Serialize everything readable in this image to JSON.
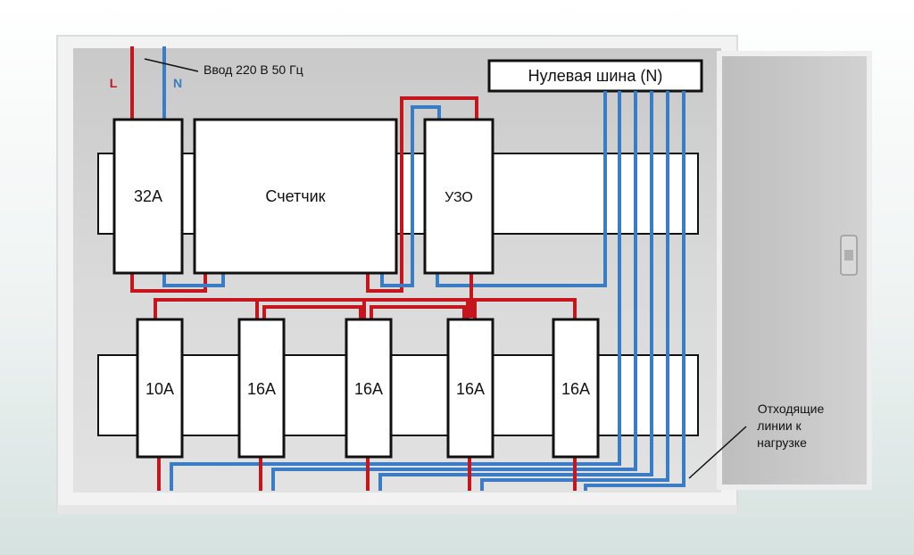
{
  "input": {
    "label": "Ввод 220 В 50 Гц",
    "phase_label": "L",
    "neutral_label": "N"
  },
  "neutral_bus": {
    "label": "Нулевая шина (N)"
  },
  "top_row": {
    "main_breaker": "32A",
    "meter": "Счетчик",
    "rcd": "УЗО"
  },
  "bottom_row": {
    "breakers": [
      "10A",
      "16A",
      "16A",
      "16A",
      "16A"
    ]
  },
  "outgoing": {
    "label_line1": "Отходящие",
    "label_line2": "линии к",
    "label_line3": "нагрузке"
  },
  "colors": {
    "phase": "#c4161c",
    "neutral": "#3b7dc4",
    "panel": "#cfcfcf",
    "door": "#c8c8c8"
  }
}
